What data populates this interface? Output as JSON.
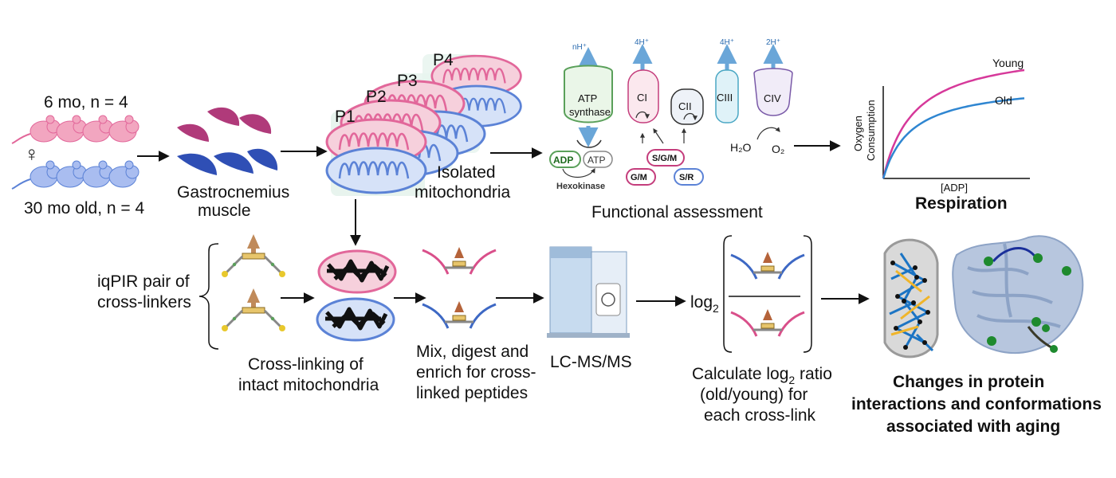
{
  "labels": {
    "six_mo": "6 mo, n = 4",
    "thirty_mo": "30 mo old, n = 4",
    "female_symbol": "♀",
    "gastro_1": "Gastrocnemius",
    "gastro_2": "muscle",
    "p1": "P1",
    "p2": "P2",
    "p3": "P3",
    "p4": "P4",
    "isolated_1": "Isolated",
    "isolated_2": "mitochondria",
    "functional": "Functional assessment",
    "respiration": "Respiration",
    "iqpir_1": "iqPIR pair of",
    "iqpir_2": "cross-linkers",
    "crosslinking_1": "Cross-linking of",
    "crosslinking_2": "intact mitochondria",
    "mix_1": "Mix, digest and",
    "mix_2": "enrich for cross-",
    "mix_3": "linked peptides",
    "lcms": "LC-MS/MS",
    "log2": "log",
    "log2_sub": "2",
    "calc_1_pre": "Calculate log",
    "calc_1_sub": "2",
    "calc_1_post": " ratio",
    "calc_2": "(old/young) for",
    "calc_3": "each cross-link",
    "changes_1": "Changes in protein",
    "changes_2": "interactions and conformations",
    "changes_3": "associated with aging"
  },
  "etc": {
    "atp_synthase_1": "ATP",
    "atp_synthase_2": "synthase",
    "nh": "nH⁺",
    "ci": "CI",
    "cii": "CII",
    "ciii": "CIII",
    "civ": "CIV",
    "h4_1": "4H⁺",
    "h4_2": "4H⁺",
    "h2": "2H⁺",
    "adp": "ADP",
    "atp": "ATP",
    "hexokinase": "Hexokinase",
    "sgm": "S/G/M",
    "gm": "G/M",
    "sr": "S/R",
    "h2o": "H₂O",
    "o2": "O₂"
  },
  "chart_data": {
    "type": "line",
    "xlabel": "[ADP]",
    "ylabel_1": "Oxygen",
    "ylabel_2": "Consumption",
    "series": [
      {
        "name": "Young",
        "color": "#d6399a",
        "vmax": 1.0,
        "km": 0.22
      },
      {
        "name": "Old",
        "color": "#2f86d1",
        "vmax": 0.74,
        "km": 0.2
      }
    ]
  },
  "colors": {
    "young": "#e2679a",
    "old": "#5b82d6",
    "muscle_top": "#b03a7a",
    "muscle_bottom": "#2f4fb5",
    "bg_panel": "#e8f4ee"
  }
}
